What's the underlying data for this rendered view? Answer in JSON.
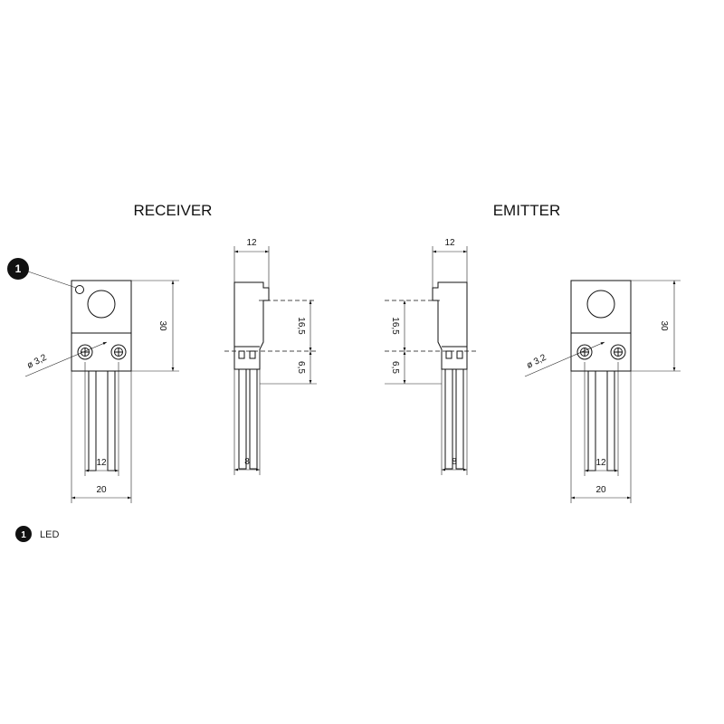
{
  "titles": {
    "receiver": "RECEIVER",
    "emitter": "EMITTER"
  },
  "callout": {
    "number": "1"
  },
  "legend": {
    "number": "1",
    "label": "LED"
  },
  "receiver_front": {
    "height": "30",
    "hole": "ø 3,2",
    "pitch": "12",
    "width": "20"
  },
  "receiver_side": {
    "depth": "12",
    "upper": "16,5",
    "lower": "6,5",
    "thickness": "8"
  },
  "emitter_side": {
    "depth": "12",
    "upper": "16,5",
    "lower": "6,5",
    "thickness": "8"
  },
  "emitter_front": {
    "height": "30",
    "hole": "ø 3,2",
    "pitch": "12",
    "width": "20"
  }
}
